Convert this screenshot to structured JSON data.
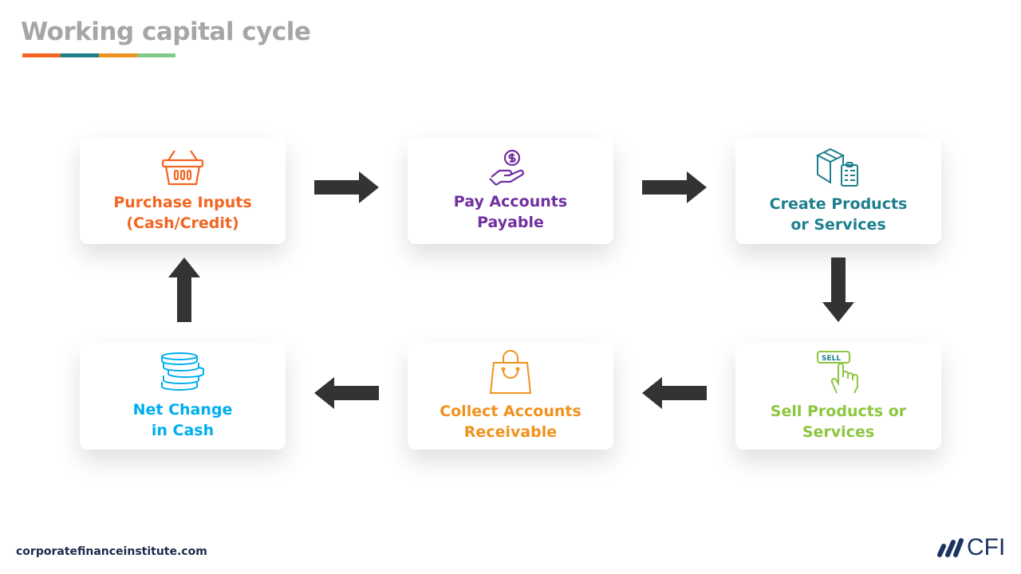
{
  "title": "Working capital cycle",
  "accent_colors": [
    "#f26522",
    "#1e7f8c",
    "#f0921e",
    "#7fcb87"
  ],
  "steps": [
    {
      "label1": "Purchase Inputs",
      "label2": "(Cash/Credit)",
      "icon": "basket-icon",
      "color": "#f26522"
    },
    {
      "label1": "Pay Accounts",
      "label2": "Payable",
      "icon": "hand-coin-icon",
      "color": "#7030a0"
    },
    {
      "label1": "Create Products",
      "label2": "or Services",
      "icon": "box-clipboard-icon",
      "color": "#1e7f8c"
    },
    {
      "label1": "Sell Products or",
      "label2": "Services",
      "icon": "sell-touch-icon",
      "color": "#8dc63f"
    },
    {
      "label1": "Collect Accounts",
      "label2": "Receivable",
      "icon": "shopping-bag-icon",
      "color": "#f0921e"
    },
    {
      "label1": "Net Change",
      "label2": "in Cash",
      "icon": "coin-stack-icon",
      "color": "#00aeef"
    }
  ],
  "sell_text": "SELL",
  "footer": "corporatefinanceinstitute.com",
  "logo_text": "CFI"
}
